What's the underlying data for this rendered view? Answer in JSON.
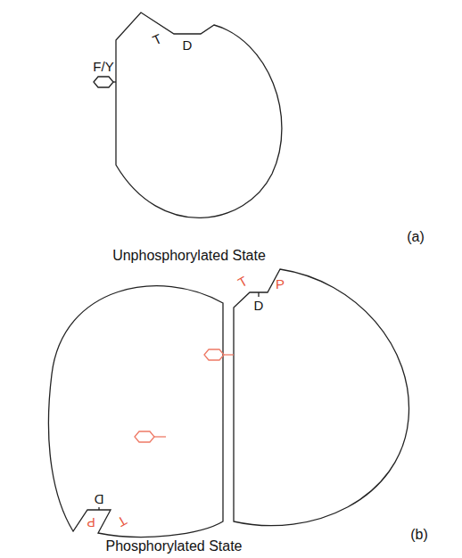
{
  "diagram": {
    "labels": [
      "F/Y",
      "T",
      "D",
      "Unphosphorylated State",
      "(a)",
      "D",
      "P",
      "T",
      "D",
      "P",
      "T",
      "Phosphorylated State",
      "(b)"
    ]
  }
}
